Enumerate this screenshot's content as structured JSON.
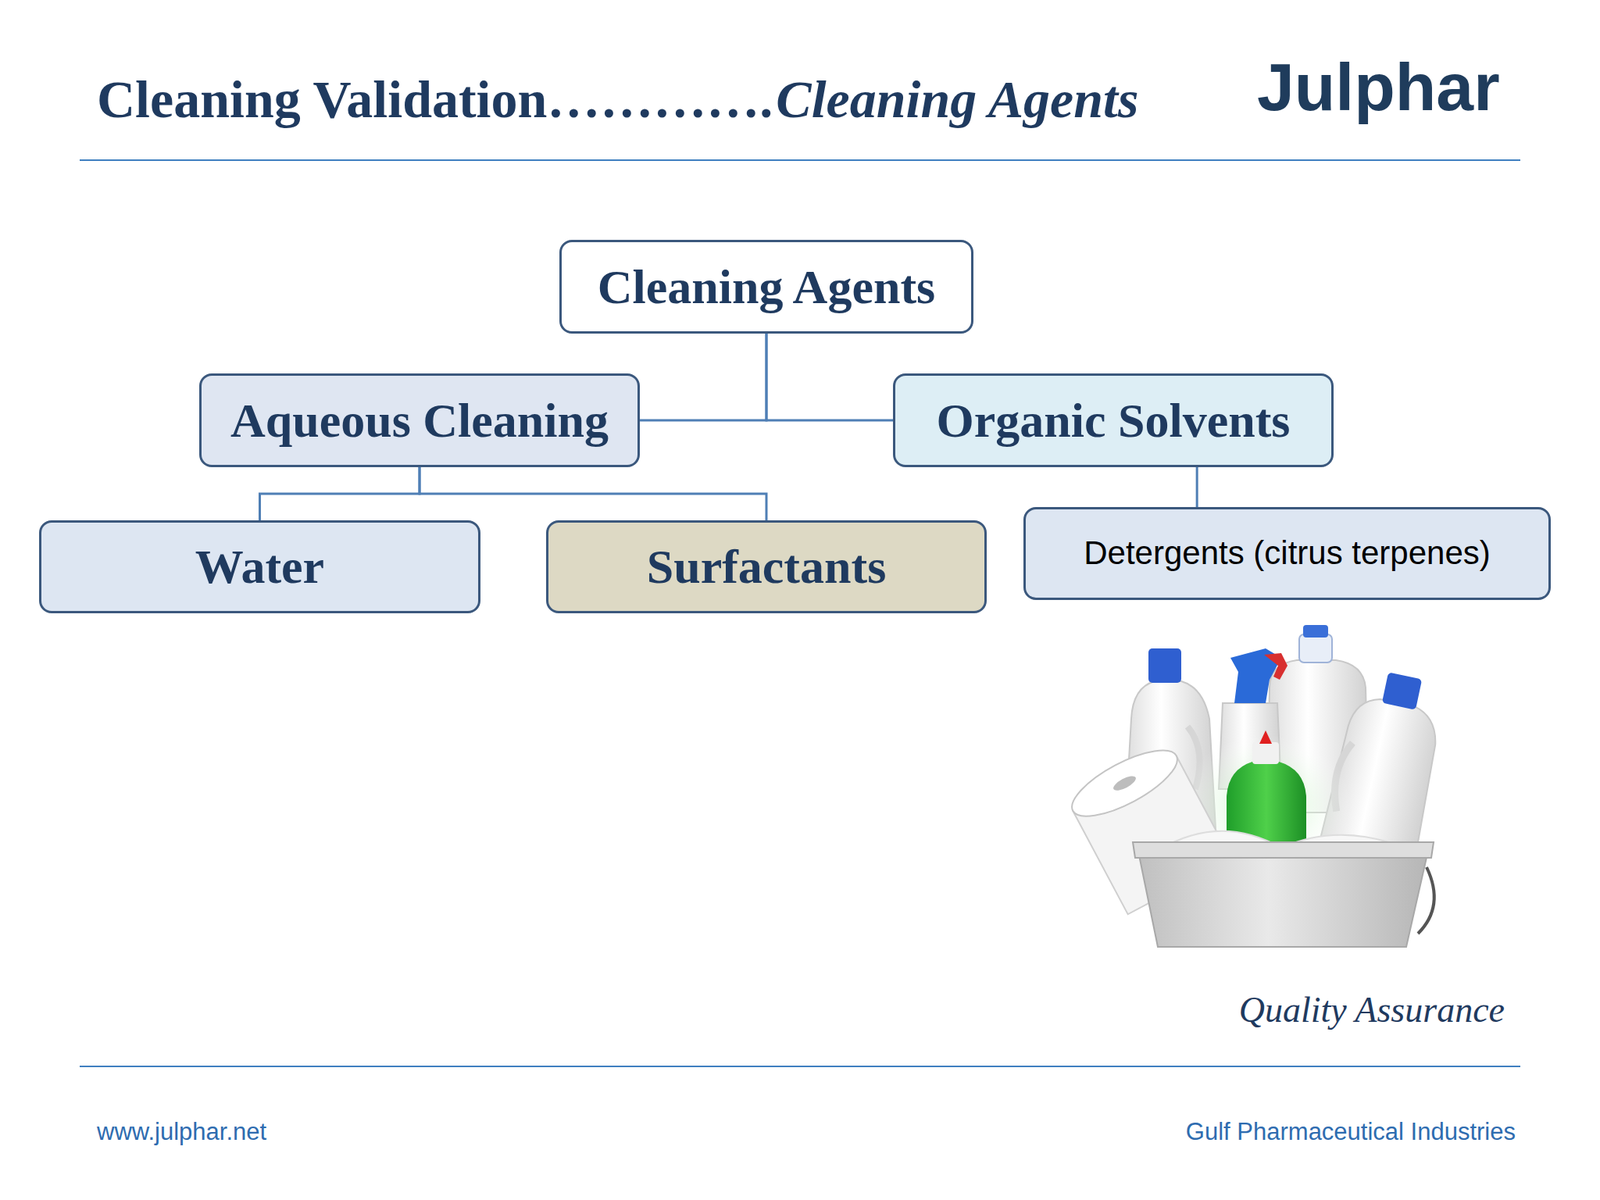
{
  "diagram": {
    "title": "Cleaning Validation………….",
    "nodes": [
      {
        "text": [
          "Cleaning Agents"
        ]
      },
      {
        "text": [
          "Aqueous Cleaning"
        ]
      },
      {
        "text": [
          "Organic Solvents"
        ]
      },
      {
        "text": [
          "Water"
        ]
      },
      {
        "text": [
          "Surfactants"
        ]
      },
      {
        "text": [
          "Detergents (citrus terpenes)"
        ]
      }
    ],
    "edges": [
      {
        "from": 0,
        "to": 1,
        "arrow": "none"
      },
      {
        "from": 0,
        "to": 2,
        "arrow": "none"
      },
      {
        "from": 1,
        "to": 3,
        "arrow": "none"
      },
      {
        "from": 1,
        "to": 4,
        "arrow": "none"
      },
      {
        "from": 2,
        "to": 5,
        "arrow": "none"
      }
    ],
    "labels": [
      "Cleaning Agents",
      "Julphar",
      "Quality Assurance",
      "www.julphar.net",
      "Gulf Pharmaceutical Industries"
    ]
  }
}
